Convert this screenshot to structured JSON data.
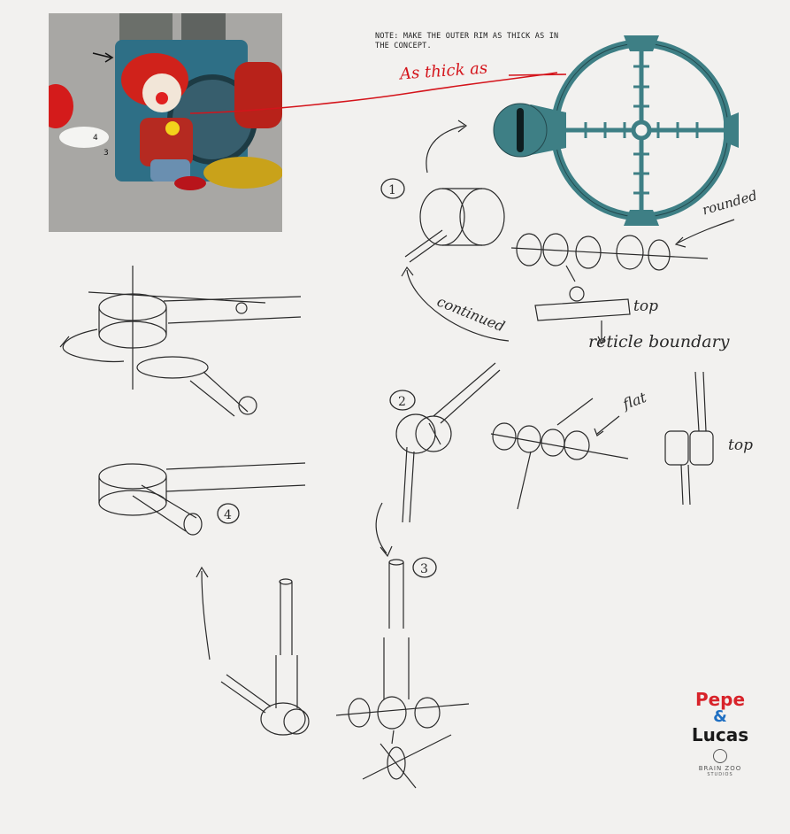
{
  "note": {
    "line1": "NOTE: MAKE THE OUTER RIM AS THICK AS IN",
    "line2": "THE CONCEPT."
  },
  "annotations": {
    "as_thick_as": "As thick as",
    "rounded": "rounded",
    "continued": "continued",
    "top_1": "top",
    "reticle_boundary": "reticle boundary",
    "flat": "flat",
    "top_2": "top"
  },
  "render_labels": {
    "num4": "4",
    "num3": "3"
  },
  "steps": [
    "1",
    "2",
    "3",
    "4"
  ],
  "logo": {
    "title_line1": "Pepe",
    "title_amp": "&",
    "title_line2": "Lucas",
    "studio_line1": "BRAIN ZOO",
    "studio_line2": "STUDIOS"
  },
  "colors": {
    "background": "#f2f1ef",
    "annotation_red": "#d4141b",
    "reticle_teal": "#3e7f85",
    "pencil": "#2a2a2a"
  }
}
